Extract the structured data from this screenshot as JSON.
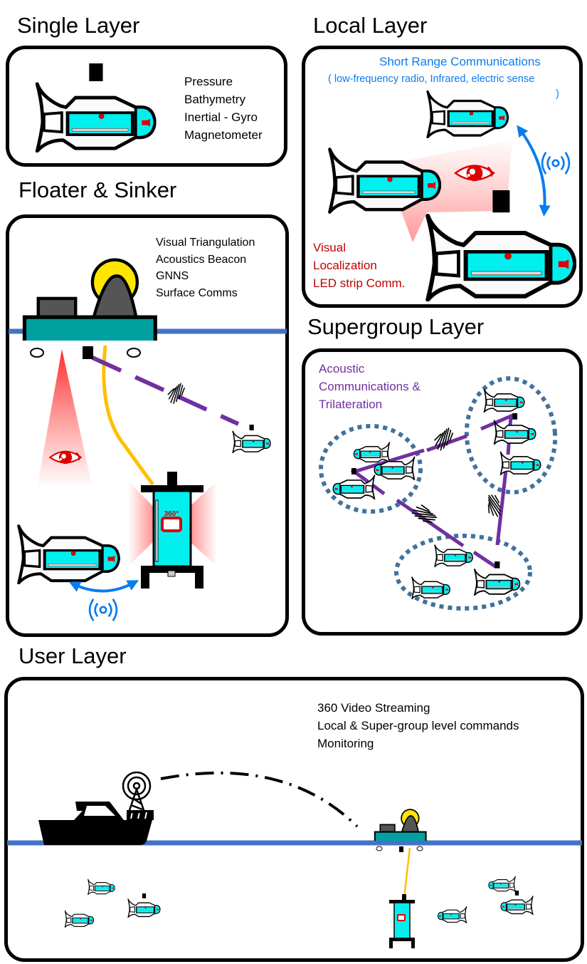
{
  "colors": {
    "water": "#4472c4",
    "robot_body": "#00f0f0",
    "floater_body": "#00a0a0",
    "floater_sun": "#ffe600",
    "floater_dome": "#555555",
    "tether": "#ffc000",
    "acoustic": "#7030a0",
    "short_range": "#0a7cf0",
    "visual": "#c00000",
    "group_ring": "#41719c"
  },
  "panels": {
    "single": {
      "title": "Single Layer",
      "features": [
        "Pressure",
        "Bathymetry",
        "Inertial - Gyro",
        "Magnetometer"
      ]
    },
    "local": {
      "title": "Local Layer",
      "comm_title": "Short Range Communications",
      "comm_detail": "( low-frequency radio, Infrared, electric sense",
      "comm_detail_end": ")",
      "visual_lines": [
        "Visual",
        "Localization",
        "LED strip Comm."
      ]
    },
    "floater": {
      "title": "Floater & Sinker",
      "features": [
        "Visual Triangulation",
        "Acoustics Beacon",
        "GNNS",
        "Surface Comms"
      ],
      "sinker_label": "360°"
    },
    "supergroup": {
      "title": "Supergroup Layer",
      "acoustic_lines": [
        "Acoustic",
        "Communications &",
        "Trilateration"
      ]
    },
    "user": {
      "title": "User Layer",
      "features": [
        "360 Video Streaming",
        "Local & Super-group level commands",
        "Monitoring"
      ]
    }
  },
  "icons": [
    "fish-robot-icon",
    "eye-icon",
    "wireless-signal-icon",
    "boat-icon",
    "radio-tower-icon",
    "floater-icon",
    "sinker-icon",
    "acoustic-wave-icon"
  ]
}
